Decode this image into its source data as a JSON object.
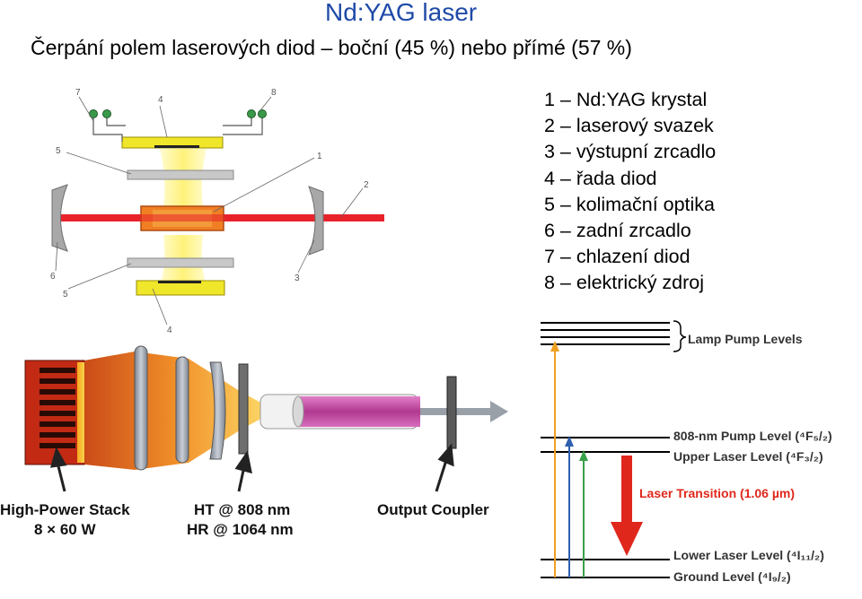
{
  "title": "Nd:YAG laser",
  "subtitle": "Čerpání polem laserových diod – boční (45 %) nebo přímé (57 %)",
  "legend": [
    "1 – Nd:YAG krystal",
    "2 – laserový svazek",
    "3 – výstupní zrcadlo",
    "4 – řada diod",
    "5 – kolimační optika",
    "6 – zadní zrcadlo",
    "7 – chlazení diod",
    "8 – elektrický zdroj"
  ],
  "schematic": {
    "labels": {
      "n7": "7",
      "n4_top": "4",
      "n8": "8",
      "n5_top": "5",
      "n1": "1",
      "n2": "2",
      "n6": "6",
      "n3": "3",
      "n5_bottom": "5",
      "n4_bottom": "4"
    }
  },
  "setup": {
    "stack_label_1": "High-Power Stack",
    "stack_label_2": "8 × 60 W",
    "ht_label_1": "HT @ 808 nm",
    "ht_label_2": "HR @ 1064 nm",
    "coupler_label": "Output Coupler"
  },
  "levels": {
    "lamp": "Lamp Pump Levels",
    "pump": "808-nm Pump Level (⁴F₅/₂)",
    "upper": "Upper Laser Level (⁴F₃/₂)",
    "transition": "Laser Transition (1.06 µm)",
    "lower": "Lower Laser Level (⁴I₁₁/₂)",
    "ground": "Ground Level (⁴I₉/₂)"
  },
  "colors": {
    "title": "#1f4aa8",
    "beam": "#e8232a",
    "diode": "#f0e62a",
    "transition": "#e0271c"
  }
}
